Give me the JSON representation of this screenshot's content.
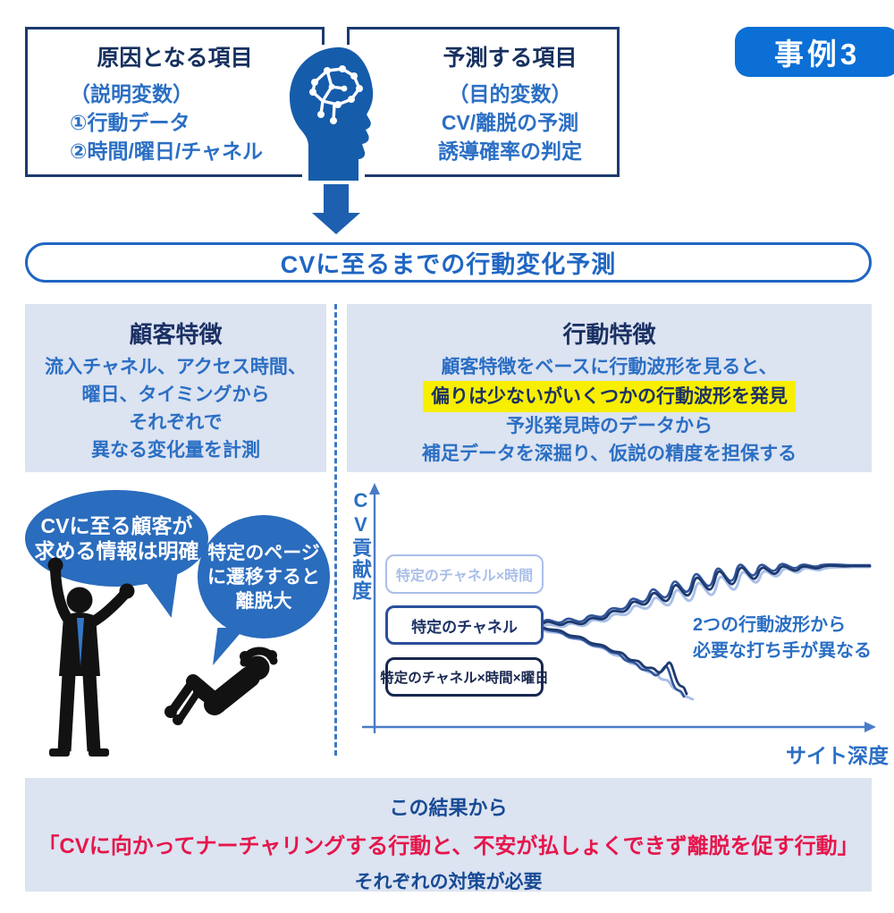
{
  "badge": {
    "label": "事例3"
  },
  "cause_box": {
    "title": "原因となる項目",
    "lines": [
      "（説明変数）",
      "①行動データ",
      "②時間/曜日/チャネル"
    ]
  },
  "predict_box": {
    "title": "予測する項目",
    "lines": [
      "（目的変数）",
      "CV/離脱の予測",
      "誘導確率の判定"
    ]
  },
  "banner": {
    "label": "CVに至るまでの行動変化予測"
  },
  "customer_panel": {
    "title": "顧客特徴",
    "lines": [
      "流入チャネル、アクセス時間、",
      "曜日、タイミングから",
      "それぞれで",
      "異なる変化量を計測"
    ]
  },
  "behavior_panel": {
    "title": "行動特徴",
    "line1": "顧客特徴をベースに行動波形を見ると、",
    "highlight": "偏りは少ないがいくつかの行動波形を発見",
    "line3": "予兆発見時のデータから",
    "line4": "補足データを深掘り、仮説の精度を担保する"
  },
  "speech": {
    "bubble1": {
      "line1": "CVに至る顧客が",
      "line2": "求める情報は明確"
    },
    "bubble2": {
      "line1": "特定のページ",
      "line2": "に遷移すると",
      "line3": "離脱大"
    }
  },
  "chart": {
    "type": "line",
    "ylabel": "CV貢献度",
    "xlabel": "サイト深度",
    "series_labels": [
      "特定のチャネル×時間",
      "特定のチャネル",
      "特定のチャネル×時間×曜日"
    ],
    "annotation_line1": "2つの行動波形から",
    "annotation_line2": "必要な打ち手が異なる",
    "description": "波形は特定のチャネルから分岐し、上昇してCV貢献度が高く安定する行動波形と、下降して離脱する行動波形の2つに分かれる"
  },
  "conclusion": {
    "line1": "この結果から",
    "line2": "「CVに向かってナーチャリングする行動と、不安が払しょくできず離脱を促す行動」",
    "line3": "それぞれの対策が必要"
  },
  "icons": {
    "center": "brain-circuit-head-icon",
    "flow": "down-arrow-icon",
    "figures": [
      "cheering-man-silhouette",
      "fallen-person-silhouette"
    ]
  },
  "colors": {
    "badge_blue": "#0b6fd6",
    "navy": "#1b3164",
    "text_blue": "#2b6fc4",
    "panel_bg": "#dce3f1",
    "highlight_yellow": "#f8ee00",
    "alert_red": "#e6164b",
    "bubble_blue": "#2a6cbd",
    "wave_navy": "#1e3a6e",
    "wave_medium": "#31549b",
    "wave_light": "#a9c0e8"
  }
}
